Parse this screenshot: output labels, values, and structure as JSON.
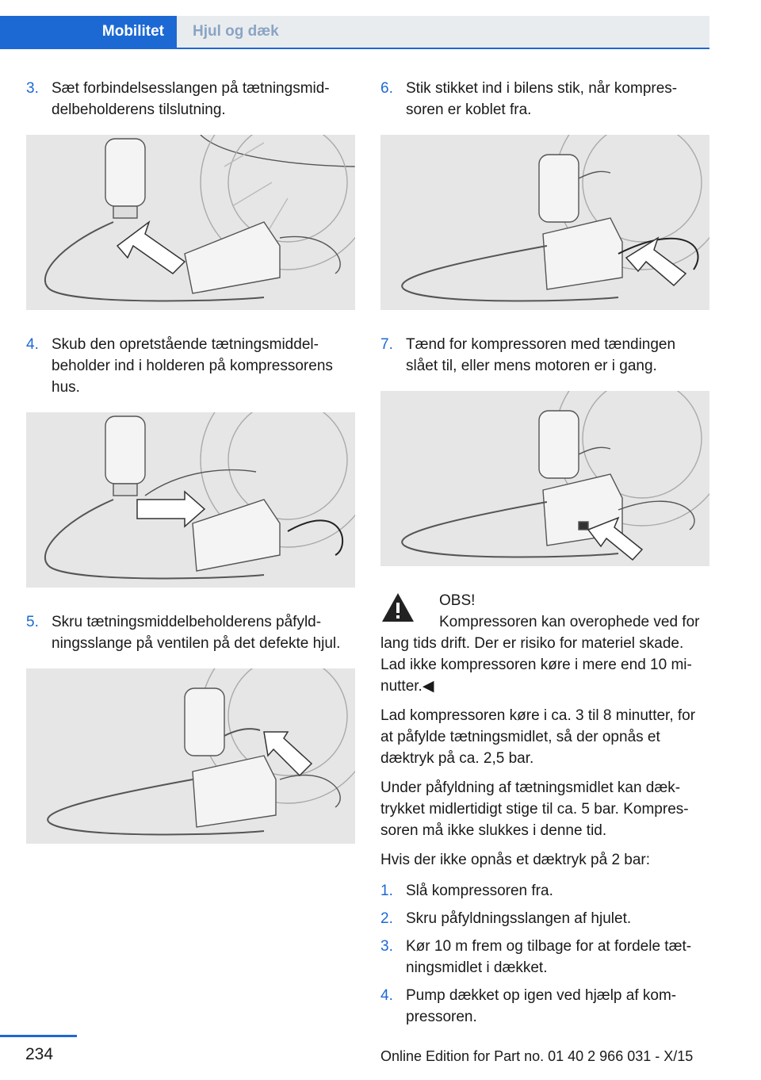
{
  "header": {
    "tab_active": "Mobilitet",
    "tab_inactive": "Hjul og dæk"
  },
  "left_steps": [
    {
      "num": "3.",
      "text": "Sæt forbindelsesslangen på tætningsmid‐delbeholderens tilslutning."
    },
    {
      "num": "4.",
      "text": "Skub den opretstående tætningsmiddel‐beholder ind i holderen på kompressorens hus."
    },
    {
      "num": "5.",
      "text": "Skru tætningsmiddelbeholderens påfyld‐ningsslange på ventilen på det defekte hjul."
    }
  ],
  "right_steps": [
    {
      "num": "6.",
      "text": "Stik stikket ind i bilens stik, når kompres‐soren er koblet fra."
    },
    {
      "num": "7.",
      "text": "Tænd for kompressoren med tændingen slået til, eller mens motoren er i gang."
    }
  ],
  "warning": {
    "title": "OBS!",
    "first": "Kompressoren kan overophede ved for",
    "rest": "lang tids drift. Der er risiko for materiel skade. Lad ikke kompressoren køre i mere end 10 mi‐nutter.◀"
  },
  "paragraphs": [
    "Lad kompressoren køre i ca. 3 til 8 minutter, for at påfylde tætningsmidlet, så der opnås et dæktryk på ca. 2,5 bar.",
    "Under påfyldning af tætningsmidlet kan dæk‐trykket midlertidigt stige til ca. 5 bar. Kompres‐soren må ikke slukkes i denne tid.",
    "Hvis der ikke opnås et dæktryk på 2 bar:"
  ],
  "list": [
    {
      "num": "1.",
      "text": "Slå kompressoren fra."
    },
    {
      "num": "2.",
      "text": "Skru påfyldningsslangen af hjulet."
    },
    {
      "num": "3.",
      "text": "Kør 10 m frem og tilbage for at fordele tæt‐ningsmidlet i dækket."
    },
    {
      "num": "4.",
      "text": "Pump dækket op igen ved hjælp af kom‐pressoren."
    }
  ],
  "footer": {
    "page_number": "234",
    "edition": "Online Edition for Part no. 01 40 2 966 031 - X/15"
  },
  "colors": {
    "accent": "#1c69d4",
    "illustration_bg": "#e6e6e6"
  }
}
